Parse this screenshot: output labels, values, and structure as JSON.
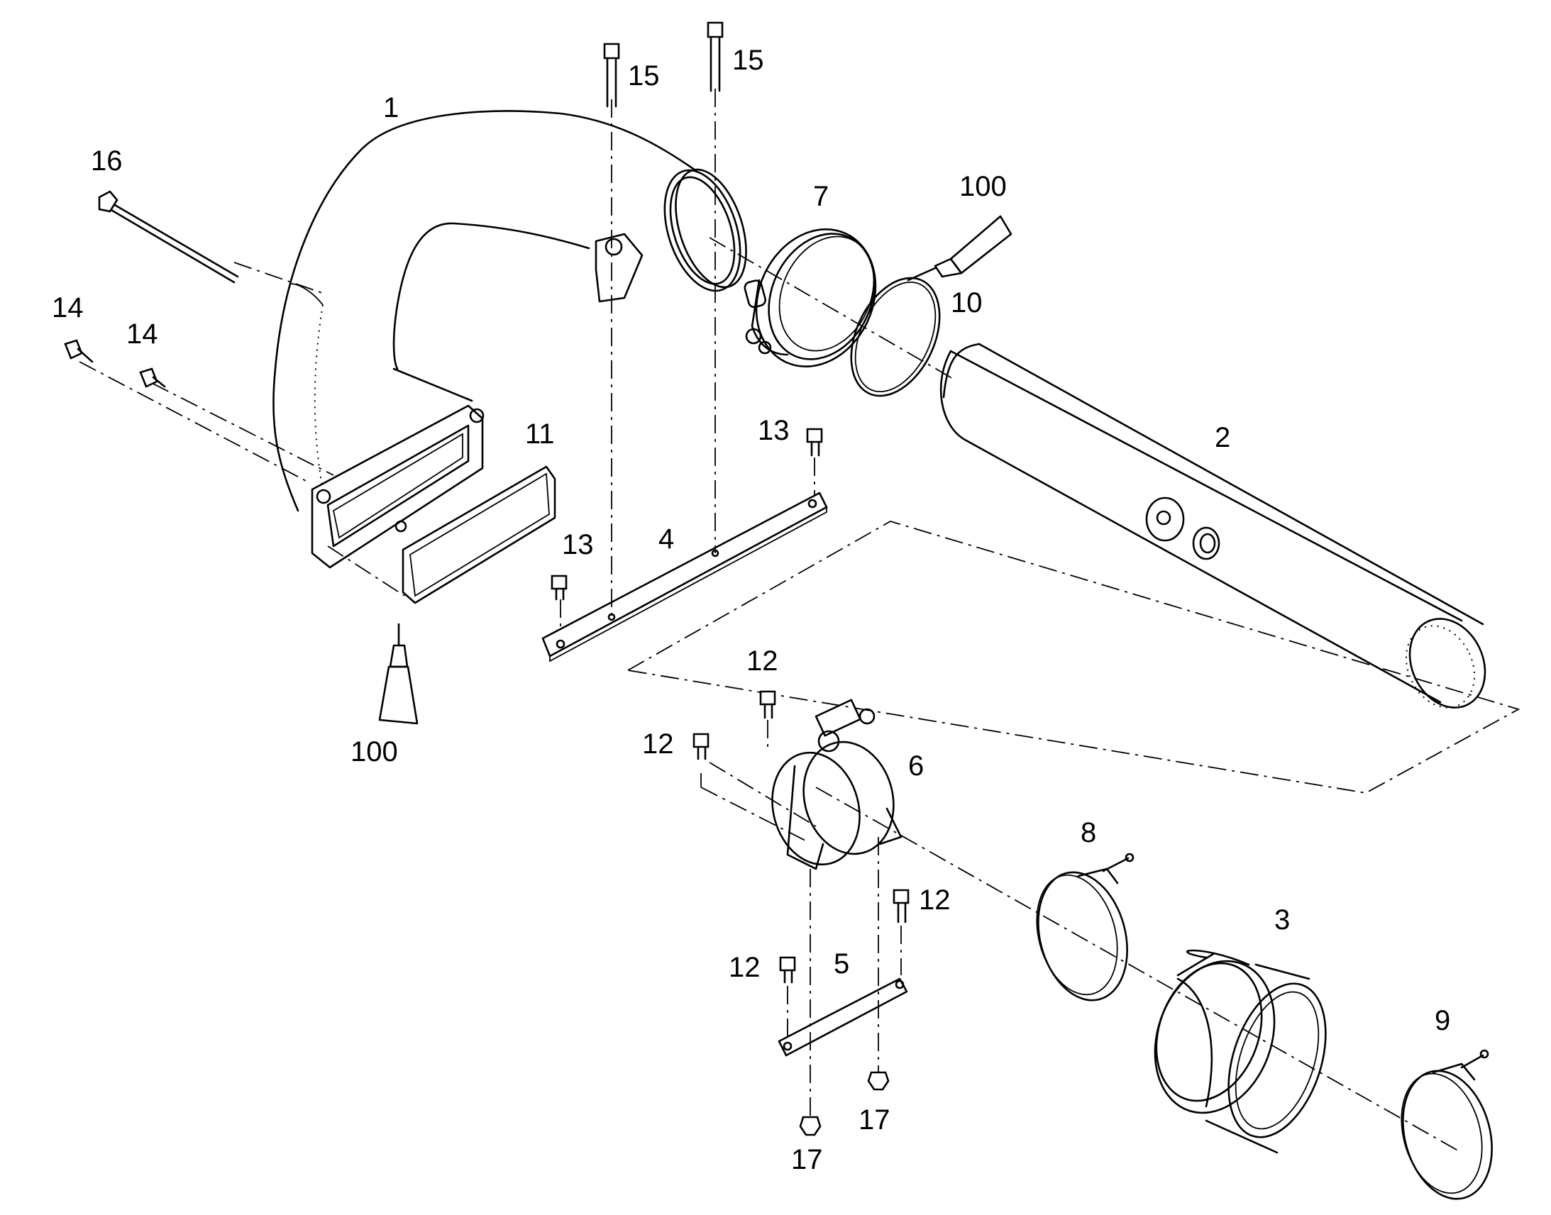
{
  "diagram": {
    "callouts": {
      "c1": "1",
      "c2": "2",
      "c3": "3",
      "c4": "4",
      "c5": "5",
      "c6": "6",
      "c7": "7",
      "c8": "8",
      "c9": "9",
      "c10": "10",
      "c11": "11",
      "c12a": "12",
      "c12b": "12",
      "c12c": "12",
      "c12d": "12",
      "c13a": "13",
      "c13b": "13",
      "c14a": "14",
      "c14b": "14",
      "c15a": "15",
      "c15b": "15",
      "c16": "16",
      "c17a": "17",
      "c17b": "17",
      "c100a": "100",
      "c100b": "100"
    }
  }
}
